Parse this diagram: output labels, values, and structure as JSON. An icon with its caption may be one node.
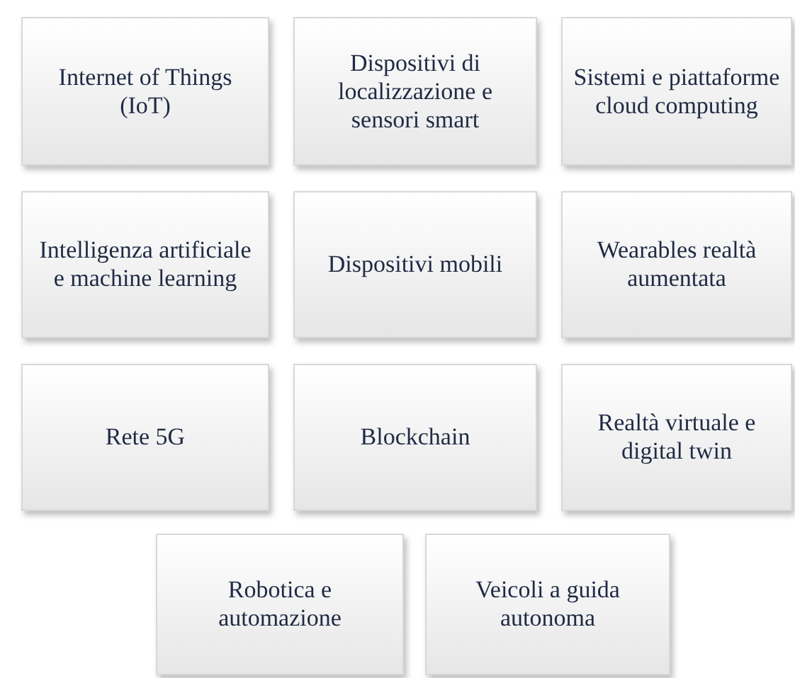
{
  "diagram": {
    "nodes": [
      {
        "text": [
          "Internet of Things (IoT)"
        ]
      },
      {
        "text": [
          "Dispositivi di localizzazione e sensori smart"
        ]
      },
      {
        "text": [
          "Sistemi e piattaforme cloud computing"
        ]
      },
      {
        "text": [
          "Intelligenza artificiale e machine learning"
        ]
      },
      {
        "text": [
          "Dispositivi mobili"
        ]
      },
      {
        "text": [
          "Wearables realtà aumentata"
        ]
      },
      {
        "text": [
          "Rete 5G"
        ]
      },
      {
        "text": [
          "Blockchain"
        ]
      },
      {
        "text": [
          "Realtà virtuale e digital twin"
        ]
      },
      {
        "text": [
          "Robotica e automazione"
        ]
      },
      {
        "text": [
          "Veicoli a guida autonoma"
        ]
      }
    ]
  }
}
